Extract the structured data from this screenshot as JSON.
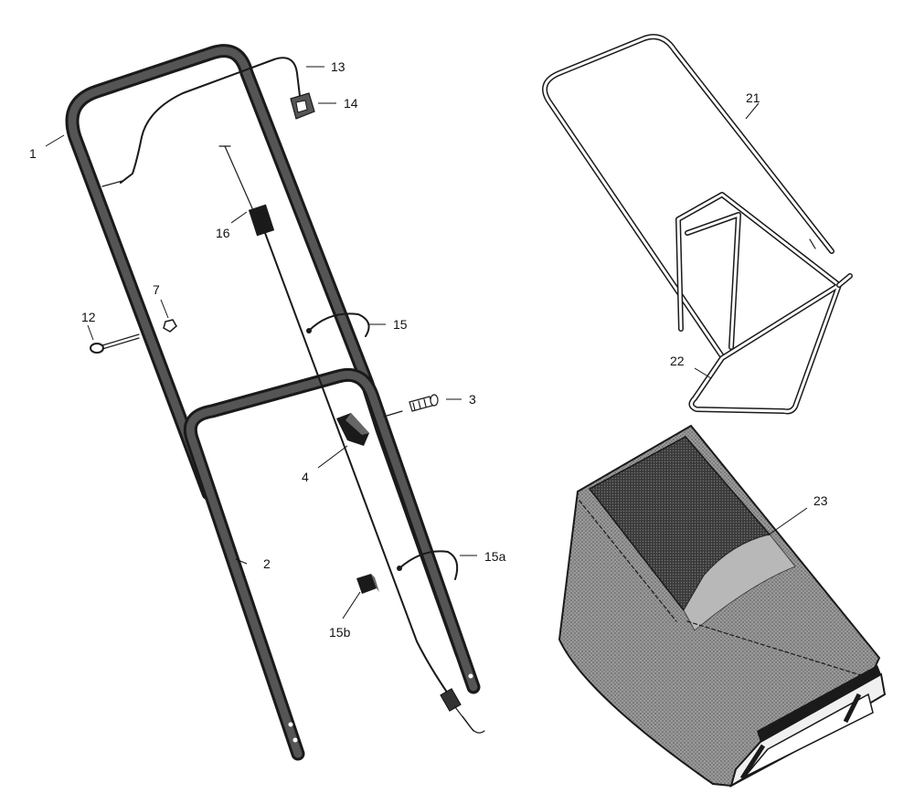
{
  "callouts": [
    {
      "id": "c1",
      "text": "1"
    },
    {
      "id": "c2",
      "text": "2"
    },
    {
      "id": "c3",
      "text": "3"
    },
    {
      "id": "c4",
      "text": "4"
    },
    {
      "id": "c7",
      "text": "7"
    },
    {
      "id": "c12",
      "text": "12"
    },
    {
      "id": "c13",
      "text": "13"
    },
    {
      "id": "c14",
      "text": "14"
    },
    {
      "id": "c15",
      "text": "15"
    },
    {
      "id": "c15a",
      "text": "15a"
    },
    {
      "id": "c15b",
      "text": "15b"
    },
    {
      "id": "c16",
      "text": "16"
    },
    {
      "id": "c21",
      "text": "21"
    },
    {
      "id": "c22",
      "text": "22"
    },
    {
      "id": "c23",
      "text": "23"
    }
  ],
  "colors": {
    "ink": "#1a1a1a",
    "tube_fill": "#555555",
    "bag_fill": "#8a8a8a",
    "bag_opening": "#2e2e2e",
    "background": "#ffffff"
  }
}
